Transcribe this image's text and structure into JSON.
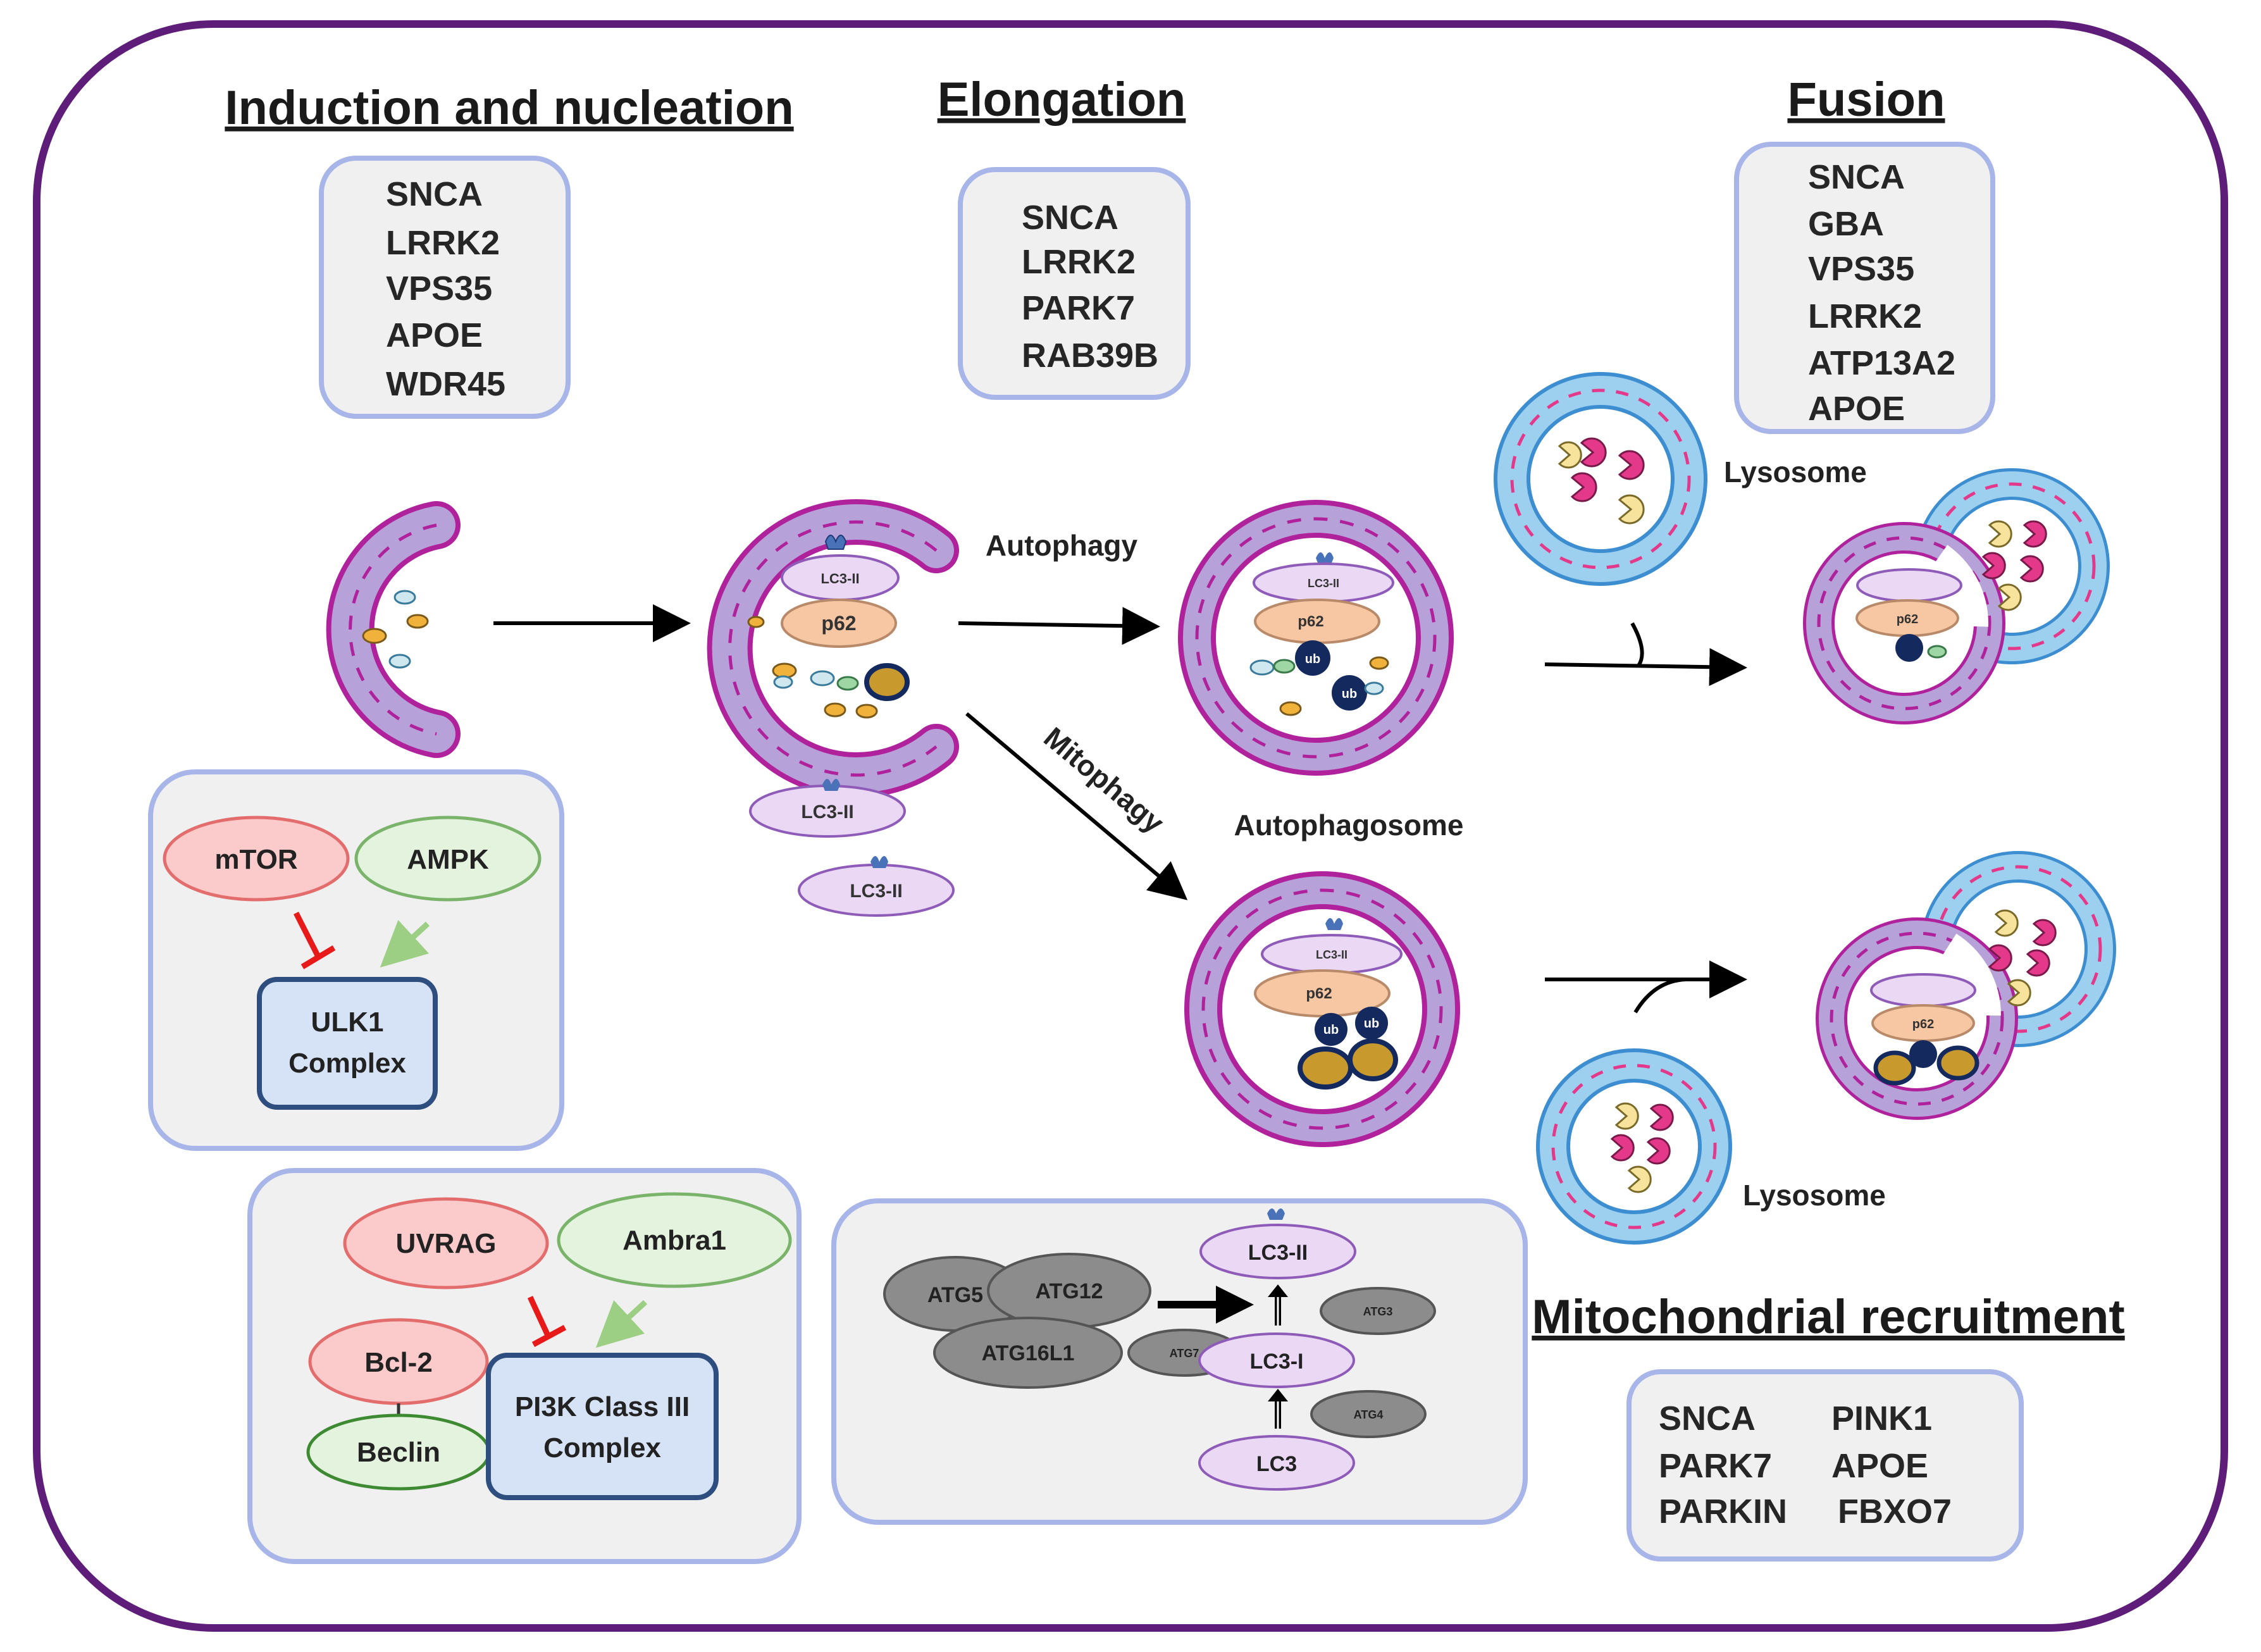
{
  "headings": {
    "induction": "Induction and nucleation",
    "elongation": "Elongation",
    "fusion": "Fusion",
    "mito": "Mitochondrial recruitment"
  },
  "genes": {
    "induction": [
      "SNCA",
      "LRRK2",
      "VPS35",
      "APOE",
      "WDR45"
    ],
    "elongation": [
      "SNCA",
      "LRRK2",
      "PARK7",
      "RAB39B"
    ],
    "fusion": [
      "SNCA",
      "GBA",
      "VPS35",
      "LRRK2",
      "ATP13A2",
      "APOE"
    ],
    "mito_left": [
      "SNCA",
      "PARK7",
      "PARKIN"
    ],
    "mito_right": [
      "PINK1",
      "APOE",
      "FBXO7"
    ]
  },
  "labels": {
    "autophagy": "Autophagy",
    "mitophagy": "Mitophagy",
    "autophagosome": "Autophagosome",
    "lysosome_top": "Lysosome",
    "lysosome_bottom": "Lysosome",
    "p62": "p62",
    "ub": "ub",
    "lc3ii": "LC3-II"
  },
  "ulk_box": {
    "mtor": "mTOR",
    "ampk": "AMPK",
    "ulk1": "ULK1",
    "complex": "Complex"
  },
  "pi3k_box": {
    "uvrag": "UVRAG",
    "ambra1": "Ambra1",
    "bcl2": "Bcl-2",
    "beclin": "Beclin",
    "pi3k_line1": "PI3K Class III",
    "pi3k_line2": "Complex"
  },
  "atg_box": {
    "atg5": "ATG5",
    "atg12": "ATG12",
    "atg16l1": "ATG16L1",
    "atg7": "ATG7",
    "atg3": "ATG3",
    "atg4": "ATG4",
    "lc3ii": "LC3-II",
    "lc3i": "LC3-I",
    "lc3": "LC3"
  },
  "colors": {
    "frame": "#5e1d79",
    "membrane": "#b6a2d8",
    "membrane_edge": "#b0219c",
    "lysosome": "#9dd0ef",
    "lysosome_edge": "#3d8ed0",
    "inhibit": "#e81919",
    "activate": "#9ccf84",
    "box_fill": "#f0f0f0",
    "box_edge": "#a8b5e8",
    "mito_blue": "#14295e",
    "enzyme_pink": "#e4398a",
    "enzyme_yellow": "#f7e39c"
  }
}
